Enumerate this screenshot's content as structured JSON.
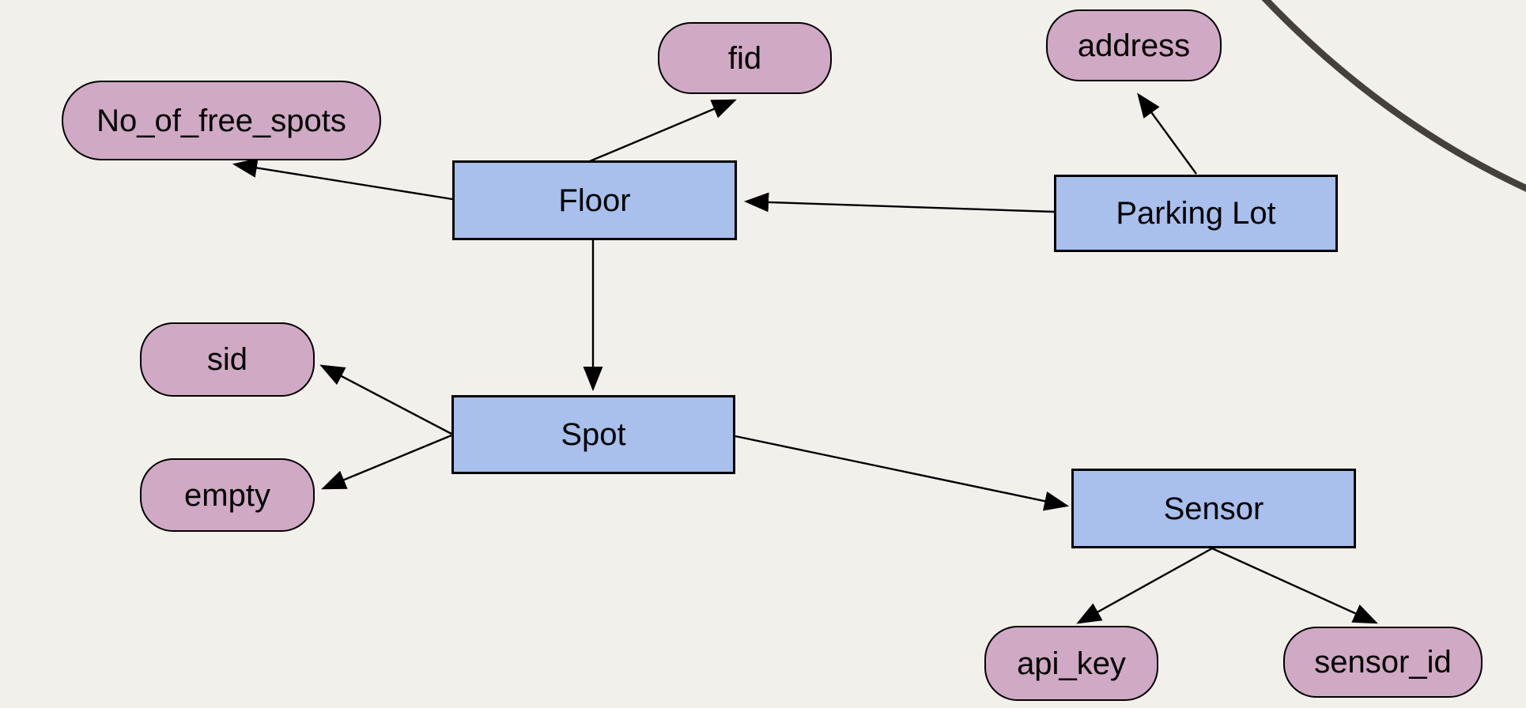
{
  "diagram": {
    "kind": "entity-relationship-diagram",
    "colors": {
      "background": "#f2f0ea",
      "entity_fill": "#a9bfec",
      "attribute_fill": "#d0a9c4",
      "outline": "#000000",
      "freehand_stroke": "#46403a"
    },
    "nodes": {
      "floor": {
        "label": "Floor",
        "type": "entity"
      },
      "parking_lot": {
        "label": "Parking Lot",
        "type": "entity"
      },
      "spot": {
        "label": "Spot",
        "type": "entity"
      },
      "sensor": {
        "label": "Sensor",
        "type": "entity"
      },
      "no_of_free_spots": {
        "label": "No_of_free_spots",
        "type": "attribute"
      },
      "fid": {
        "label": "fid",
        "type": "attribute"
      },
      "address": {
        "label": "address",
        "type": "attribute"
      },
      "sid": {
        "label": "sid",
        "type": "attribute"
      },
      "empty": {
        "label": "empty",
        "type": "attribute"
      },
      "api_key": {
        "label": "api_key",
        "type": "attribute"
      },
      "sensor_id": {
        "label": "sensor_id",
        "type": "attribute"
      }
    },
    "edges": [
      {
        "from": "Floor",
        "to": "No_of_free_spots"
      },
      {
        "from": "Floor",
        "to": "fid"
      },
      {
        "from": "Parking Lot",
        "to": "Floor"
      },
      {
        "from": "Parking Lot",
        "to": "address"
      },
      {
        "from": "Floor",
        "to": "Spot"
      },
      {
        "from": "Spot",
        "to": "sid"
      },
      {
        "from": "Spot",
        "to": "empty"
      },
      {
        "from": "Spot",
        "to": "Sensor"
      },
      {
        "from": "Sensor",
        "to": "api_key"
      },
      {
        "from": "Sensor",
        "to": "sensor_id"
      }
    ],
    "decorations": [
      {
        "name": "freehand-curve",
        "description": "thick dark arc crossing the top-right corner"
      }
    ]
  }
}
